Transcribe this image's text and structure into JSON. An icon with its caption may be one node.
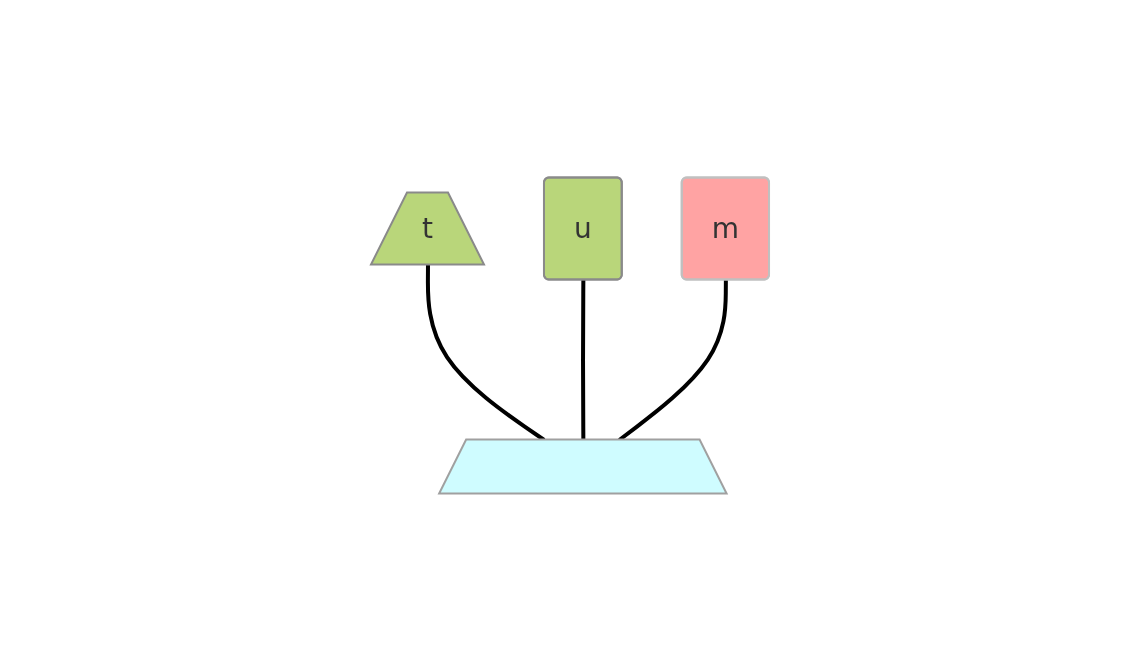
{
  "diagram": {
    "nodes": [
      {
        "text": [
          "t"
        ]
      },
      {
        "text": [
          "u"
        ]
      },
      {
        "text": [
          "m"
        ]
      },
      {
        "text": [],
        "shape": "box"
      }
    ],
    "edges": [
      {
        "from": 0,
        "to": 3,
        "arrow": "none"
      },
      {
        "from": 1,
        "to": 3,
        "arrow": "none"
      },
      {
        "from": 2,
        "to": 3,
        "arrow": "none"
      }
    ]
  }
}
